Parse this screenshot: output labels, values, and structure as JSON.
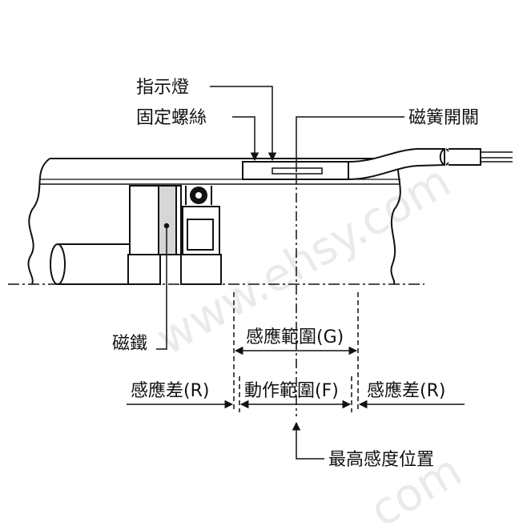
{
  "labels": {
    "indicator_lamp": "指示燈",
    "fixing_screw": "固定螺絲",
    "reed_switch": "磁簧開關",
    "magnet": "磁鐵",
    "sensing_range": "感應範圍(G)",
    "hysteresis_left": "感應差(R)",
    "operating_range": "動作範圍(F)",
    "hysteresis_right": "感應差(R)",
    "max_sensitivity_position": "最高感度位置"
  },
  "watermark": {
    "main": "www.ehsy.com",
    "corner": ".com"
  },
  "colors": {
    "line": "#111111",
    "body_fill": "#ffffff",
    "cable_fill": "#ffffff",
    "watermark": "#d9d9d9"
  }
}
